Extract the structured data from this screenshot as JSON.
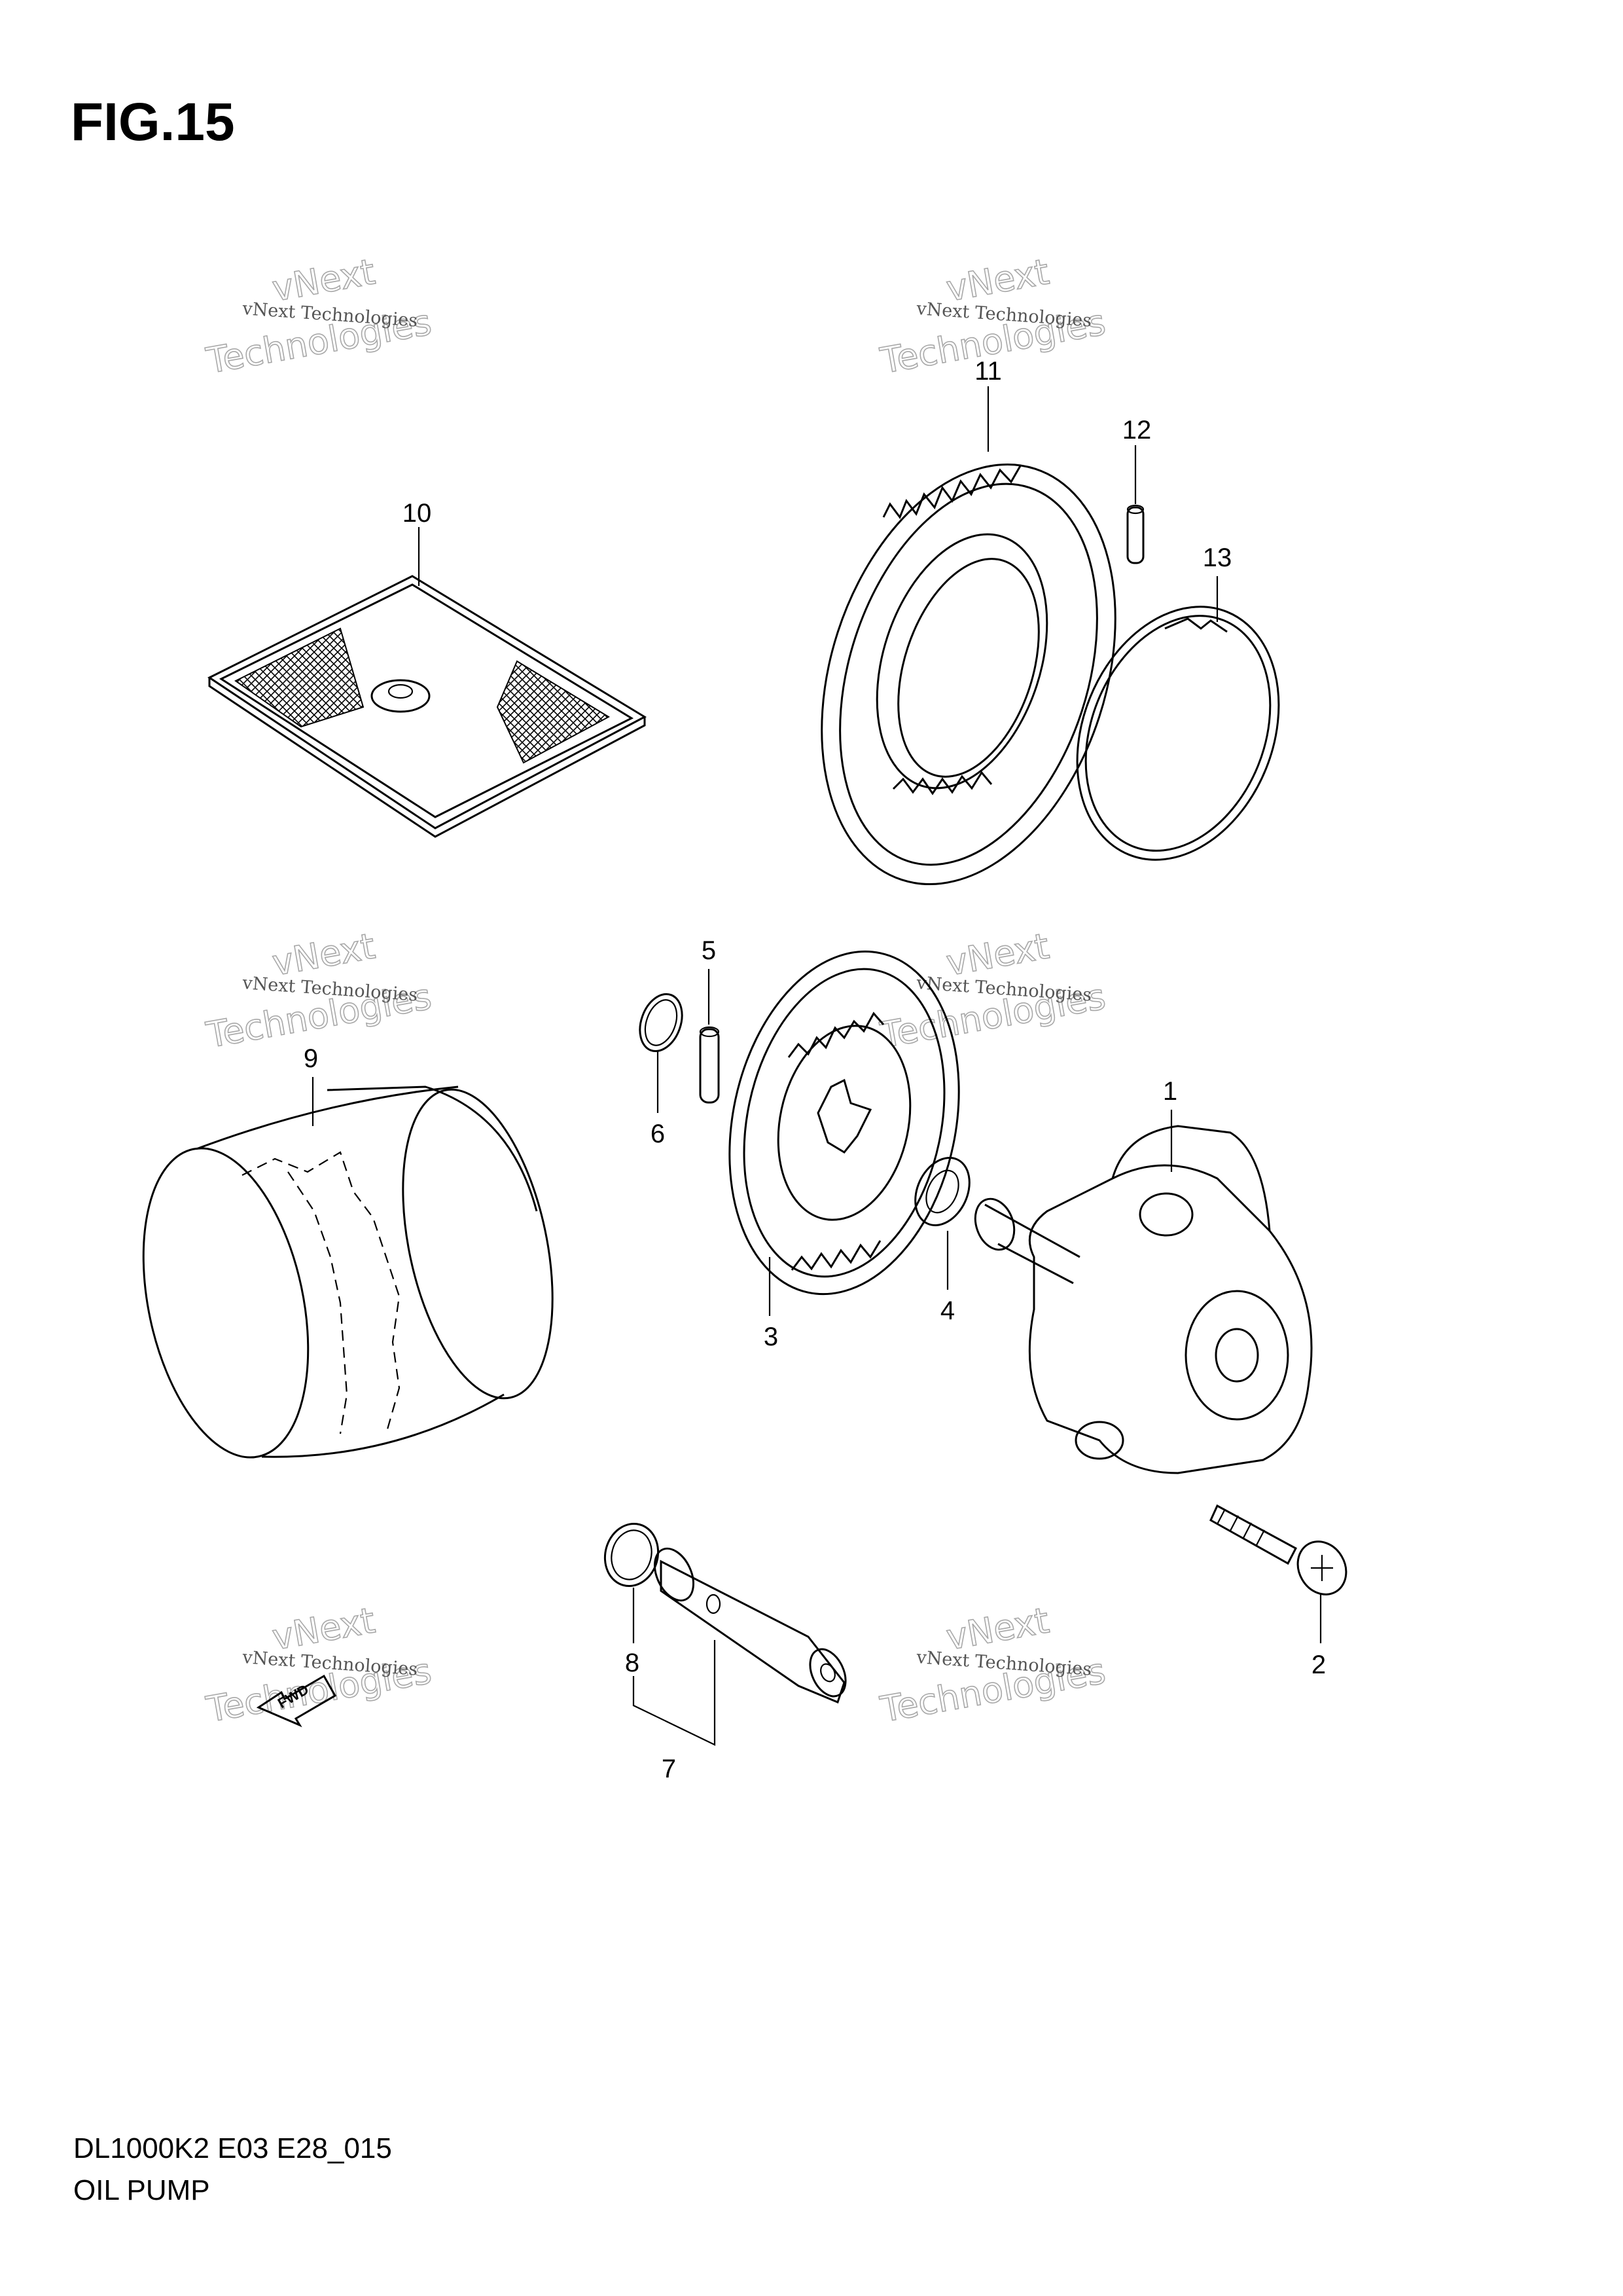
{
  "figure": {
    "title": "FIG.15",
    "model_code": "DL1000K2 E03 E28_015",
    "section_name": "OIL PUMP"
  },
  "callouts": [
    {
      "id": "1",
      "label": "1"
    },
    {
      "id": "2",
      "label": "2"
    },
    {
      "id": "3",
      "label": "3"
    },
    {
      "id": "4",
      "label": "4"
    },
    {
      "id": "5",
      "label": "5"
    },
    {
      "id": "6",
      "label": "6"
    },
    {
      "id": "7",
      "label": "7"
    },
    {
      "id": "8",
      "label": "8"
    },
    {
      "id": "9",
      "label": "9"
    },
    {
      "id": "10",
      "label": "10"
    },
    {
      "id": "11",
      "label": "11"
    },
    {
      "id": "12",
      "label": "12"
    },
    {
      "id": "13",
      "label": "13"
    }
  ],
  "fwd_arrow": {
    "label": "FWD"
  },
  "watermark": {
    "line_small": "vNext Technologies",
    "line_big_top": "vNext",
    "line_big_bottom": "Technologies"
  }
}
